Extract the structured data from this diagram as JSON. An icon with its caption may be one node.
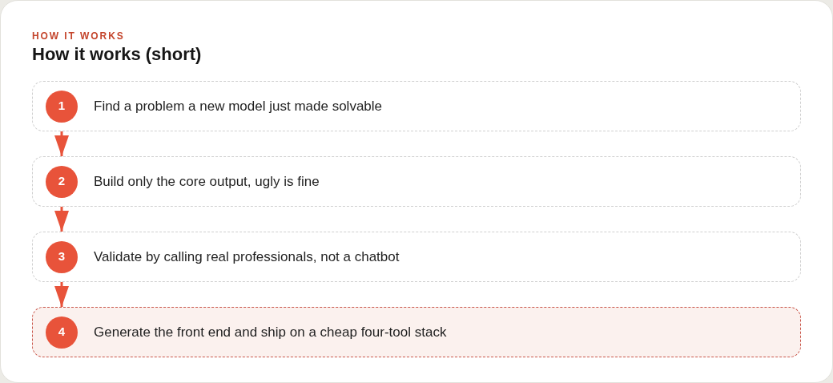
{
  "diagram": {
    "title": "How it works (short)",
    "nodes": [
      {
        "text": [
          "1",
          "Find a problem a new model just made solvable"
        ]
      },
      {
        "text": [
          "2",
          "Build only the core output, ugly is fine"
        ]
      },
      {
        "text": [
          "3",
          "Validate by calling real professionals, not a chatbot"
        ]
      },
      {
        "text": [
          "4",
          "Generate the front end and ship on a cheap four-tool stack"
        ]
      }
    ],
    "edges": [
      {
        "from": 0,
        "to": 1,
        "arrow": "to"
      },
      {
        "from": 1,
        "to": 2,
        "arrow": "to"
      },
      {
        "from": 2,
        "to": 3,
        "arrow": "to"
      }
    ],
    "labels": [
      "HOW IT WORKS"
    ]
  }
}
